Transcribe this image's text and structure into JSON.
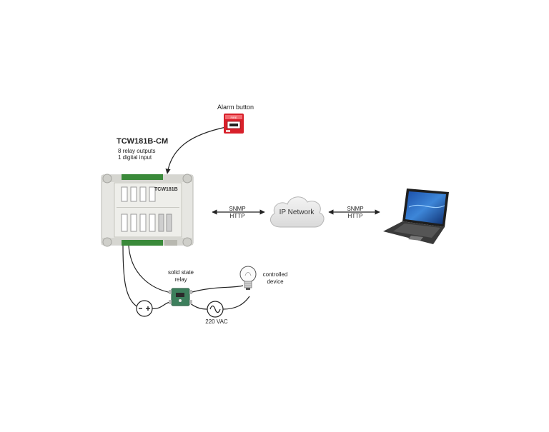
{
  "labels": {
    "alarm": "Alarm button",
    "device_model": "TCW181B-CM",
    "device_outputs": "8  relay outputs",
    "device_inputs": "1  digital input",
    "board_name": "TCW181B",
    "protocol_left_1": "SNMP",
    "protocol_left_2": "HTTP",
    "protocol_right_1": "SNMP",
    "protocol_right_2": "HTTP",
    "network": "IP Network",
    "ssr_1": "solid state",
    "ssr_2": "relay",
    "device_1": "controlled",
    "device_2": "device",
    "voltage": "220 VAC",
    "alarm_box_text": "FIRE"
  },
  "icons": {
    "alarm": "fire-alarm-button-icon",
    "controller": "relay-controller-icon",
    "cloud": "cloud-icon",
    "laptop": "laptop-icon",
    "ssr": "solid-state-relay-icon",
    "bulb": "light-bulb-icon",
    "dc": "dc-source-icon",
    "ac": "ac-source-icon"
  },
  "colors": {
    "alarm_red": "#d8202a",
    "board_green": "#3a8a3a",
    "board_body": "#e6e6e2",
    "ssr_green": "#3d7f5c",
    "cloud": "#e9e9e9",
    "wire": "#222222"
  }
}
